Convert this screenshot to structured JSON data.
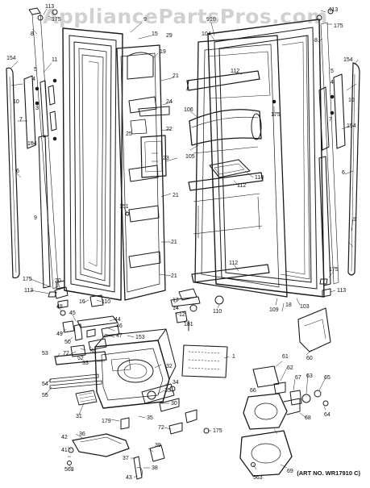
{
  "watermark": "AppliancePartsPros.com",
  "art_number": "(ART NO. WR17910 C)",
  "callouts": [
    {
      "id": "c113-tl",
      "text": "113"
    },
    {
      "id": "c175-tl",
      "text": "175"
    },
    {
      "id": "c8",
      "text": "8"
    },
    {
      "id": "c9-top",
      "text": "9"
    },
    {
      "id": "c29",
      "text": "29"
    },
    {
      "id": "c15",
      "text": "15"
    },
    {
      "id": "c19",
      "text": "19"
    },
    {
      "id": "c910",
      "text": "910"
    },
    {
      "id": "c104",
      "text": "104"
    },
    {
      "id": "c113-tr",
      "text": "113"
    },
    {
      "id": "c175-tr",
      "text": "175"
    },
    {
      "id": "c8-r",
      "text": "8"
    },
    {
      "id": "c154-l",
      "text": "154"
    },
    {
      "id": "c11",
      "text": "11"
    },
    {
      "id": "c5",
      "text": "5"
    },
    {
      "id": "c4",
      "text": "4"
    },
    {
      "id": "c10-l",
      "text": "10"
    },
    {
      "id": "c3",
      "text": "3"
    },
    {
      "id": "c7-l",
      "text": "7"
    },
    {
      "id": "c154-l2",
      "text": "154"
    },
    {
      "id": "c6-l",
      "text": "6"
    },
    {
      "id": "c9-l",
      "text": "9"
    },
    {
      "id": "c21-a",
      "text": "21"
    },
    {
      "id": "c24",
      "text": "24"
    },
    {
      "id": "c25",
      "text": "25"
    },
    {
      "id": "c22",
      "text": "22"
    },
    {
      "id": "c23",
      "text": "23"
    },
    {
      "id": "c21-b",
      "text": "21"
    },
    {
      "id": "c151",
      "text": "151"
    },
    {
      "id": "c21-c",
      "text": "21"
    },
    {
      "id": "c21-d",
      "text": "21"
    },
    {
      "id": "c112-a",
      "text": "112"
    },
    {
      "id": "c106",
      "text": "106"
    },
    {
      "id": "c175-m",
      "text": "175"
    },
    {
      "id": "c105",
      "text": "105"
    },
    {
      "id": "c118",
      "text": "118"
    },
    {
      "id": "c112-b",
      "text": "112"
    },
    {
      "id": "c112-c",
      "text": "112"
    },
    {
      "id": "c154-r",
      "text": "154"
    },
    {
      "id": "c5-r",
      "text": "5"
    },
    {
      "id": "c4-r",
      "text": "4"
    },
    {
      "id": "c10-r",
      "text": "10"
    },
    {
      "id": "c7-r",
      "text": "7"
    },
    {
      "id": "c154-r2",
      "text": "154"
    },
    {
      "id": "c6-r",
      "text": "6"
    },
    {
      "id": "c9-r",
      "text": "9"
    },
    {
      "id": "c175-r",
      "text": "175"
    },
    {
      "id": "c113-r",
      "text": "113"
    },
    {
      "id": "c175-l",
      "text": "175"
    },
    {
      "id": "c113-l",
      "text": "113"
    },
    {
      "id": "c20",
      "text": "20"
    },
    {
      "id": "c48",
      "text": "48"
    },
    {
      "id": "c16",
      "text": "16"
    },
    {
      "id": "c110-a",
      "text": "110"
    },
    {
      "id": "c17",
      "text": "17"
    },
    {
      "id": "c14",
      "text": "14"
    },
    {
      "id": "c12",
      "text": "12"
    },
    {
      "id": "c181",
      "text": "181"
    },
    {
      "id": "c110-b",
      "text": "110"
    },
    {
      "id": "c109",
      "text": "109"
    },
    {
      "id": "c18",
      "text": "18"
    },
    {
      "id": "c103",
      "text": "103"
    },
    {
      "id": "c45",
      "text": "45"
    },
    {
      "id": "c44",
      "text": "44"
    },
    {
      "id": "c46",
      "text": "46"
    },
    {
      "id": "c47",
      "text": "47"
    },
    {
      "id": "c49",
      "text": "49"
    },
    {
      "id": "c50",
      "text": "50"
    },
    {
      "id": "c153",
      "text": "153"
    },
    {
      "id": "c53",
      "text": "53"
    },
    {
      "id": "c72-a",
      "text": "72"
    },
    {
      "id": "c52",
      "text": "52"
    },
    {
      "id": "c51",
      "text": "51"
    },
    {
      "id": "c33",
      "text": "33"
    },
    {
      "id": "c32",
      "text": "32"
    },
    {
      "id": "c54",
      "text": "54"
    },
    {
      "id": "c55",
      "text": "55"
    },
    {
      "id": "c34",
      "text": "34"
    },
    {
      "id": "c35-a",
      "text": "35"
    },
    {
      "id": "c30",
      "text": "30"
    },
    {
      "id": "c31",
      "text": "31"
    },
    {
      "id": "c179",
      "text": "179"
    },
    {
      "id": "c35-b",
      "text": "35"
    },
    {
      "id": "c36",
      "text": "36"
    },
    {
      "id": "c72-b",
      "text": "72"
    },
    {
      "id": "c175-b",
      "text": "175"
    },
    {
      "id": "c42",
      "text": "42"
    },
    {
      "id": "c41",
      "text": "41"
    },
    {
      "id": "c563-a",
      "text": "563"
    },
    {
      "id": "c37",
      "text": "37"
    },
    {
      "id": "c38",
      "text": "38"
    },
    {
      "id": "c39",
      "text": "39"
    },
    {
      "id": "c43",
      "text": "43"
    },
    {
      "id": "c1",
      "text": "1"
    },
    {
      "id": "c60",
      "text": "60"
    },
    {
      "id": "c61",
      "text": "61"
    },
    {
      "id": "c62",
      "text": "62"
    },
    {
      "id": "c63",
      "text": "63"
    },
    {
      "id": "c65",
      "text": "65"
    },
    {
      "id": "c67",
      "text": "67"
    },
    {
      "id": "c64",
      "text": "64"
    },
    {
      "id": "c68",
      "text": "68"
    },
    {
      "id": "c66",
      "text": "66"
    },
    {
      "id": "c69",
      "text": "69"
    },
    {
      "id": "c563-b",
      "text": "563"
    }
  ]
}
